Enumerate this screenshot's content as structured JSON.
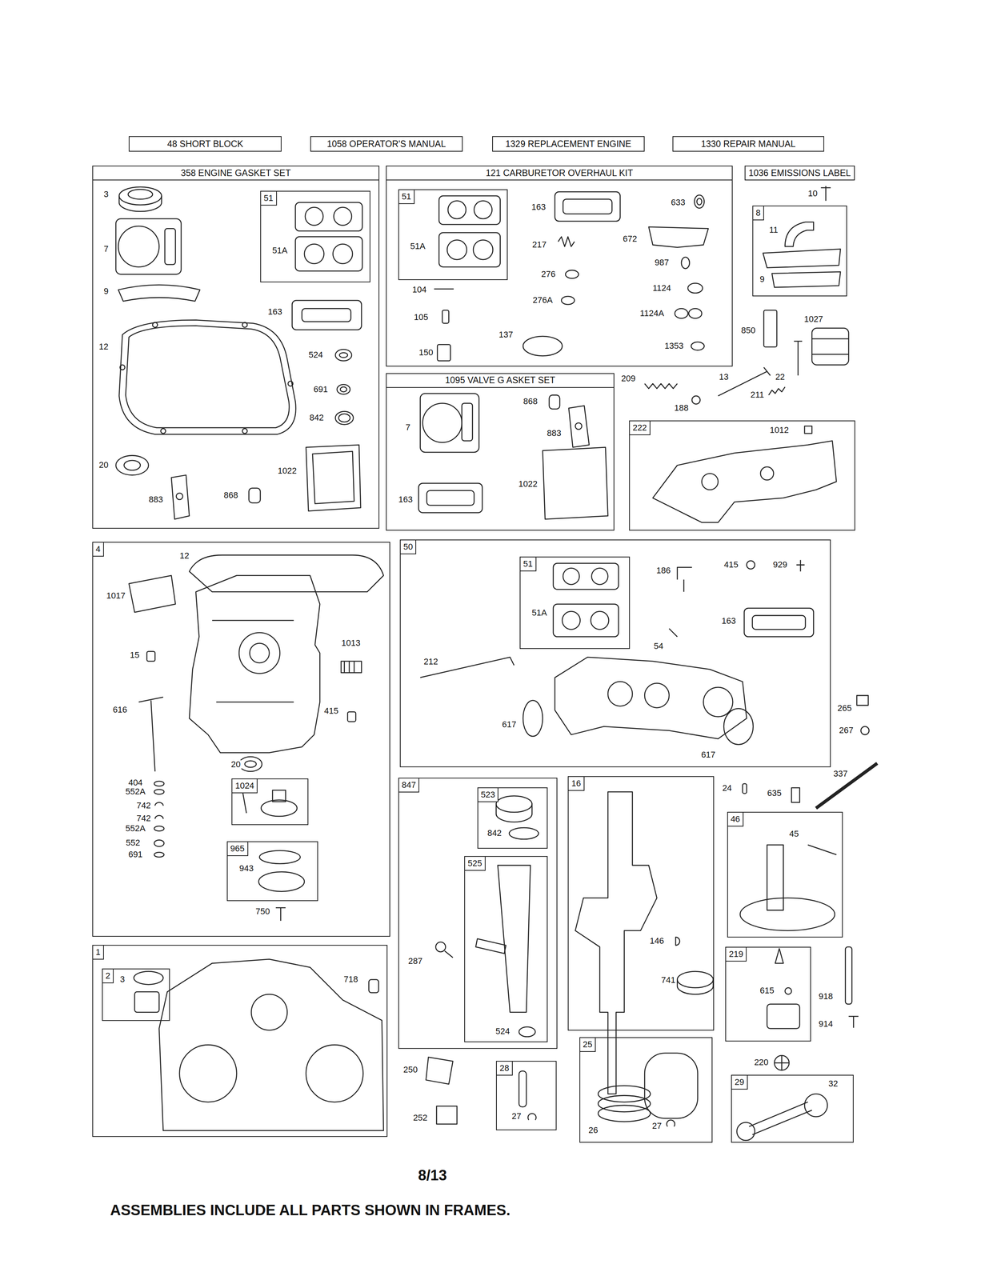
{
  "diagram": {
    "caption": "ASSEMBLIES INCLUDE ALL PARTS SHOWN IN FRAMES.",
    "nodes": [
      {
        "text": [
          "48 SHORT BLOCK"
        ]
      },
      {
        "text": [
          "1058 OPERATOR'S MANUAL"
        ]
      },
      {
        "text": [
          "1329 REPLACEMENT ENGINE"
        ]
      },
      {
        "text": [
          "1330 REPAIR MANUAL"
        ]
      },
      {
        "text": [
          "358 ENGINE GASKET SET"
        ]
      },
      {
        "text": [
          "51"
        ],
        "in": 4
      },
      {
        "text": [
          "121 CARBURETOR OVERHAUL KIT"
        ]
      },
      {
        "text": [
          "51"
        ],
        "in": 6
      },
      {
        "text": [
          "1036 EMISSIONS LABEL"
        ]
      },
      {
        "text": [
          "8"
        ]
      },
      {
        "text": [
          "1095 VALVE G ASKET SET"
        ]
      },
      {
        "text": [
          "222"
        ]
      },
      {
        "text": [
          "4"
        ]
      },
      {
        "text": [
          "1024"
        ],
        "in": 12
      },
      {
        "text": [
          "965"
        ],
        "in": 12
      },
      {
        "text": [
          "50"
        ]
      },
      {
        "text": [
          "51"
        ],
        "in": 15
      },
      {
        "text": [
          "847"
        ]
      },
      {
        "text": [
          "523"
        ],
        "in": 17
      },
      {
        "text": [
          "525"
        ],
        "in": 17
      },
      {
        "text": [
          "16"
        ]
      },
      {
        "text": [
          "46"
        ]
      },
      {
        "text": [
          "1"
        ]
      },
      {
        "text": [
          "2"
        ],
        "in": 22
      },
      {
        "text": [
          "219"
        ]
      },
      {
        "text": [
          "28"
        ]
      },
      {
        "text": [
          "25"
        ]
      },
      {
        "text": [
          "29"
        ]
      }
    ],
    "labels": [
      "3",
      "7",
      "9",
      "12",
      "51A",
      "163",
      "524",
      "691",
      "842",
      "20",
      "1022",
      "883",
      "868",
      "51A",
      "163",
      "633",
      "217",
      "672",
      "276",
      "987",
      "104",
      "1124",
      "276A",
      "105",
      "1124A",
      "137",
      "1353",
      "150",
      "10",
      "11",
      "9",
      "850",
      "1027",
      "209",
      "13",
      "22",
      "188",
      "211",
      "1012",
      "7",
      "868",
      "883",
      "163",
      "1022",
      "12",
      "1017",
      "1013",
      "15",
      "616",
      "415",
      "20",
      "404",
      "552A",
      "742",
      "742",
      "552A",
      "552",
      "691",
      "943",
      "750",
      "186",
      "415",
      "929",
      "51A",
      "163",
      "54",
      "212",
      "617",
      "617",
      "265",
      "267",
      "24",
      "635",
      "337",
      "842",
      "287",
      "524",
      "146",
      "741",
      "45",
      "615",
      "918",
      "914",
      "220",
      "3",
      "718",
      "250",
      "252",
      "27",
      "26",
      "27",
      "32",
      "8/13"
    ]
  }
}
